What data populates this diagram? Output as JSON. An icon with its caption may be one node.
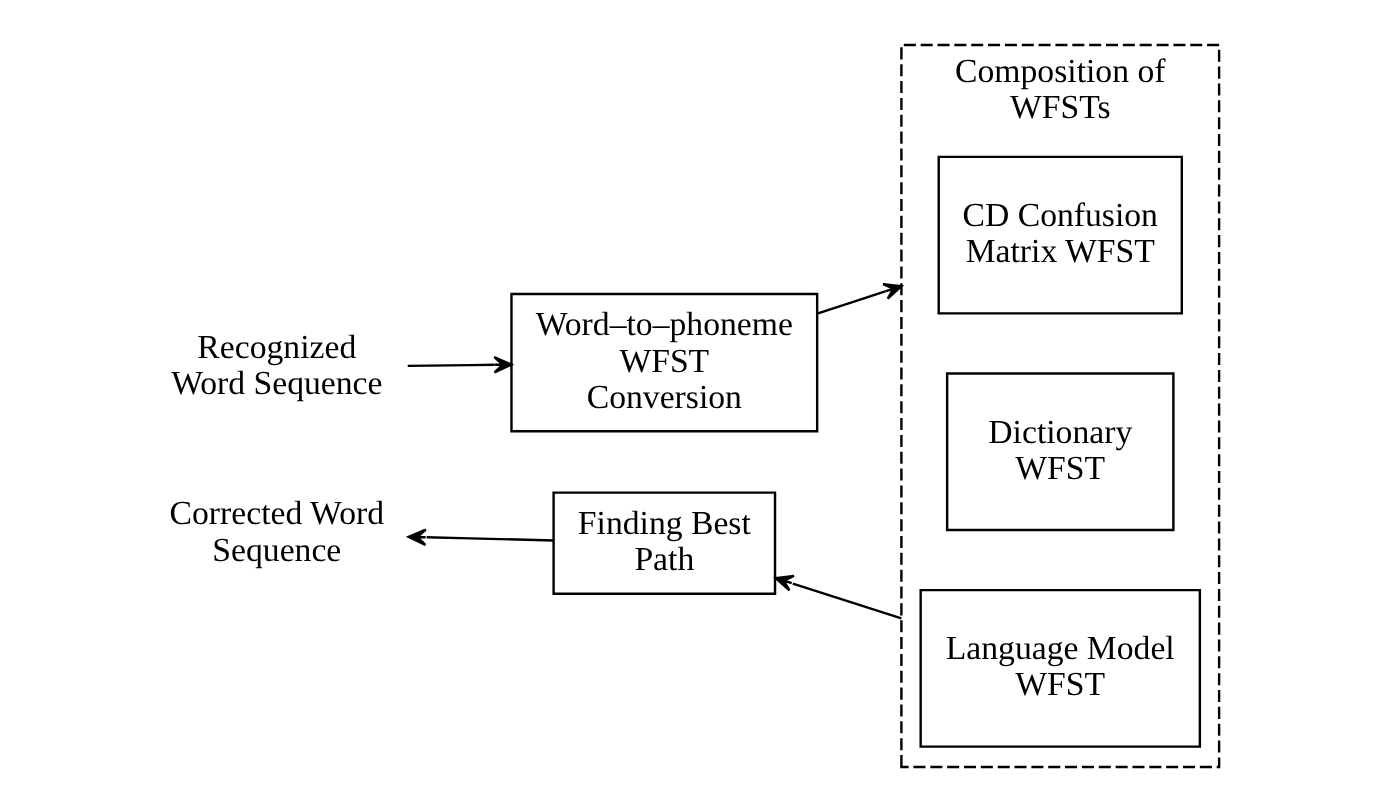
{
  "diagram": {
    "nodes": [
      {
        "text": [
          "Recognized Word Sequence"
        ]
      },
      {
        "text": [
          "Word–to–phoneme WFST Conversion"
        ]
      },
      {
        "text": [
          "Composition of WFSTs"
        ]
      },
      {
        "text": [
          "CD Confusion Matrix WFST"
        ],
        "in": 2
      },
      {
        "text": [
          "Dictionary WFST"
        ],
        "in": 2
      },
      {
        "text": [
          "Language Model WFST"
        ],
        "in": 2
      },
      {
        "text": [
          "Finding Best Path"
        ]
      },
      {
        "text": [
          "Corrected Word Sequence"
        ]
      }
    ],
    "edges": [
      {
        "from": 0,
        "to": 1,
        "arrow": "to"
      },
      {
        "from": 1,
        "to": 2,
        "arrow": "to"
      },
      {
        "from": 2,
        "to": 6,
        "arrow": "to"
      },
      {
        "from": 6,
        "to": 7,
        "arrow": "to"
      }
    ]
  }
}
